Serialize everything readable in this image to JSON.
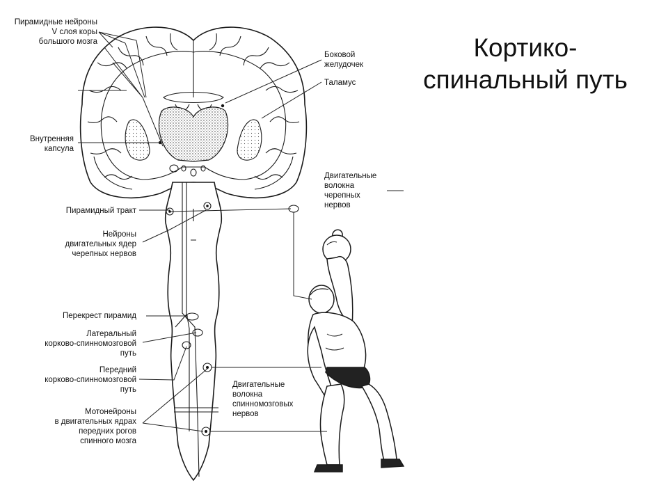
{
  "title": {
    "line1": "Кортико-",
    "line2": "спинальный путь"
  },
  "labels": {
    "pyramidal_neurons": [
      "Пирамидные нейроны",
      "V слоя коры",
      "большого мозга"
    ],
    "lateral_ventricle": [
      "Боковой",
      "желудочек"
    ],
    "thalamus": [
      "Таламус"
    ],
    "internal_capsule": [
      "Внутренняя",
      "капсула"
    ],
    "cranial_motor_fibers": [
      "Двигательные",
      "волокна",
      "черепных",
      "нервов"
    ],
    "pyramidal_tract": [
      "Пирамидный тракт"
    ],
    "cranial_motor_nuclei": [
      "Нейроны",
      "двигательных ядер",
      "черепных нервов"
    ],
    "pyramidal_decussation": [
      "Перекрест пирамид"
    ],
    "lateral_cst": [
      "Латеральный",
      "корково-спинномозговой",
      "путь"
    ],
    "anterior_cst": [
      "Передний",
      "корково-спинномозговой",
      "путь"
    ],
    "spinal_motor_fibers": [
      "Двигательные",
      "волокна",
      "спинномозговых",
      "нервов"
    ],
    "motoneurons": [
      "Мотонейроны",
      "в двигательных ядрах",
      "передних рогов",
      "спинного мозга"
    ]
  },
  "icons": [
    "brain-coronal-section",
    "brainstem-spinal-cord",
    "human-figure-with-kettlebell"
  ]
}
